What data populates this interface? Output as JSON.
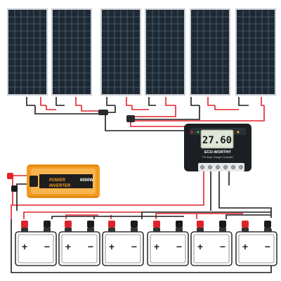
{
  "colors": {
    "panel_cell": "#1d2a36",
    "panel_frame": "#c9cdd2",
    "wire_red": "#e0232b",
    "wire_black": "#1a1a1a",
    "controller_body": "#1b1e22",
    "lcd_bg": "#dfe6d8",
    "inverter_orange": "#f39a1e",
    "battery_outline": "#333333"
  },
  "solar_panels": {
    "count": 6,
    "icon": "solar-panel-icon"
  },
  "controller": {
    "display_value": "27.60",
    "brand": "ECO-WORTHY",
    "subtitle": "PV Solar Charge Controller",
    "icon": "charge-controller-icon"
  },
  "inverter": {
    "brand_line1": "POWER",
    "brand_line2": "INVERTER",
    "rating": "6000W",
    "icon": "power-inverter-icon"
  },
  "batteries": {
    "count": 6,
    "plus_symbol": "+",
    "minus_symbol": "−",
    "icon": "battery-icon"
  }
}
